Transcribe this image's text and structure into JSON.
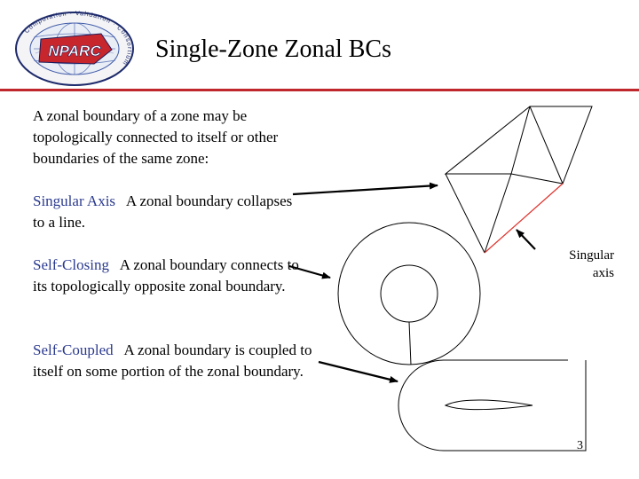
{
  "header": {
    "title": "Single-Zone Zonal BCs",
    "logo_text": "NPARC",
    "logo_ring_text": "Computation · Validation · Consortium"
  },
  "body": {
    "intro": "A zonal boundary of a zone may be topologically connected to itself or other boundaries of the same zone:",
    "items": [
      {
        "term": "Singular Axis",
        "description": "A zonal boundary collapses to a line."
      },
      {
        "term": "Self-Closing",
        "description": "A zonal boundary connects to its topologically opposite zonal boundary."
      },
      {
        "term": "Self-Coupled",
        "description": "A zonal boundary is coupled to itself on some portion of the zonal boundary."
      }
    ]
  },
  "diagram": {
    "axis_label": "Singular\naxis",
    "singular_axis_color": "#e0302a",
    "term_color": "#2b3a8f"
  },
  "footer": {
    "page_number": "3"
  }
}
